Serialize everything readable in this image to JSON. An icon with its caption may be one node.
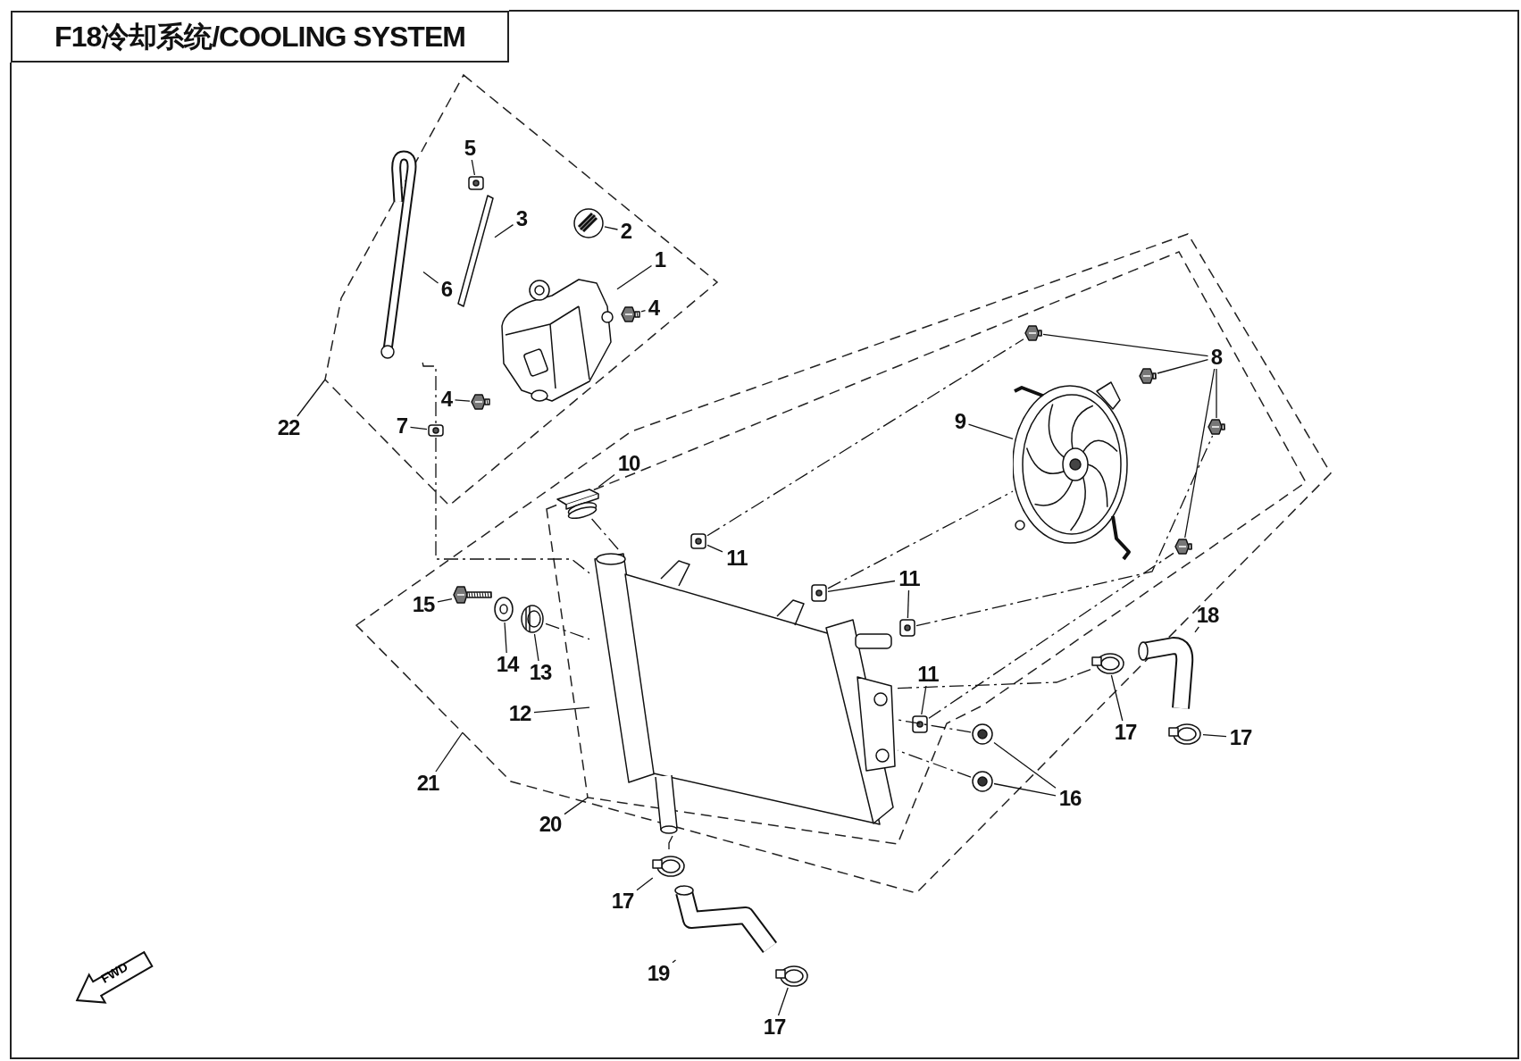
{
  "diagram": {
    "title": "F18冷却系统/COOLING SYSTEM",
    "nodes": [
      {
        "text": [],
        "shape": "polygon"
      },
      {
        "text": [
          "1"
        ],
        "in": 0
      },
      {
        "text": [],
        "shape": "picture",
        "in": 0
      },
      {
        "text": [
          "2"
        ],
        "in": 0
      },
      {
        "text": [],
        "shape": "picture",
        "in": 0
      },
      {
        "text": [
          "3"
        ],
        "in": 0
      },
      {
        "text": [],
        "shape": "picture",
        "in": 0
      },
      {
        "text": [
          "4"
        ],
        "in": 0
      },
      {
        "text": [],
        "shape": "picture",
        "in": 0
      },
      {
        "text": [
          "4"
        ],
        "in": 0
      },
      {
        "text": [],
        "shape": "picture",
        "in": 0
      },
      {
        "text": [
          "5"
        ],
        "in": 0
      },
      {
        "text": [],
        "shape": "picture",
        "in": 0
      },
      {
        "text": [
          "6"
        ],
        "in": 0
      },
      {
        "text": [],
        "shape": "picture",
        "in": 0
      },
      {
        "text": [
          "7"
        ],
        "in": 0
      },
      {
        "text": [],
        "shape": "picture",
        "in": 0
      },
      {
        "text": [],
        "shape": "polygon"
      },
      {
        "text": [],
        "shape": "polygon",
        "in": 17
      },
      {
        "text": [
          "8"
        ],
        "in": 18
      },
      {
        "text": [],
        "shape": "picture",
        "in": 18
      },
      {
        "text": [],
        "shape": "picture",
        "in": 18
      },
      {
        "text": [],
        "shape": "picture",
        "in": 18
      },
      {
        "text": [],
        "shape": "picture",
        "in": 18
      },
      {
        "text": [
          "9"
        ],
        "in": 18
      },
      {
        "text": [],
        "shape": "picture",
        "in": 18
      },
      {
        "text": [
          "10"
        ],
        "in": 17
      },
      {
        "text": [],
        "shape": "picture",
        "in": 18
      },
      {
        "text": [
          "11"
        ],
        "in": 18
      },
      {
        "text": [],
        "shape": "picture",
        "in": 18
      },
      {
        "text": [
          "11"
        ],
        "in": 18
      },
      {
        "text": [],
        "shape": "picture",
        "in": 18
      },
      {
        "text": [],
        "shape": "picture",
        "in": 18
      },
      {
        "text": [
          "11"
        ],
        "in": 18
      },
      {
        "text": [],
        "shape": "picture",
        "in": 18
      },
      {
        "text": [
          "12"
        ],
        "in": 17
      },
      {
        "text": [],
        "shape": "picture",
        "in": 18
      },
      {
        "text": [
          "13"
        ],
        "in": 17
      },
      {
        "text": [],
        "shape": "picture",
        "in": 17
      },
      {
        "text": [
          "14"
        ],
        "in": 17
      },
      {
        "text": [],
        "shape": "picture",
        "in": 17
      },
      {
        "text": [
          "15"
        ],
        "in": 17
      },
      {
        "text": [],
        "shape": "picture",
        "in": 17
      },
      {
        "text": [
          "16"
        ]
      },
      {
        "text": [],
        "shape": "picture",
        "in": 17
      },
      {
        "text": [],
        "shape": "picture",
        "in": 17
      },
      {
        "text": [
          "17"
        ]
      },
      {
        "text": [],
        "shape": "picture",
        "in": 17
      },
      {
        "text": [
          "17"
        ]
      },
      {
        "text": [],
        "shape": "picture"
      },
      {
        "text": [
          "17"
        ]
      },
      {
        "text": [],
        "shape": "picture"
      },
      {
        "text": [
          "17"
        ]
      },
      {
        "text": [],
        "shape": "picture"
      },
      {
        "text": [
          "18"
        ]
      },
      {
        "text": [],
        "shape": "picture"
      },
      {
        "text": [
          "19"
        ]
      },
      {
        "text": [],
        "shape": "picture"
      },
      {
        "text": [
          "20"
        ]
      },
      {
        "text": [
          "21"
        ]
      },
      {
        "text": [
          "22"
        ]
      },
      {
        "text": [
          "FWD"
        ]
      }
    ],
    "edges": [
      {
        "from": 1,
        "to": 2,
        "arrow": "none"
      },
      {
        "from": 3,
        "to": 4,
        "arrow": "none"
      },
      {
        "from": 5,
        "to": 6,
        "arrow": "none"
      },
      {
        "from": 7,
        "to": 8,
        "arrow": "none"
      },
      {
        "from": 9,
        "to": 10,
        "arrow": "none"
      },
      {
        "from": 11,
        "to": 12,
        "arrow": "none"
      },
      {
        "from": 13,
        "to": 14,
        "arrow": "none"
      },
      {
        "from": 15,
        "to": 16,
        "arrow": "none"
      },
      {
        "from": 19,
        "to": 20,
        "arrow": "none"
      },
      {
        "from": 19,
        "to": 21,
        "arrow": "none"
      },
      {
        "from": 19,
        "to": 22,
        "arrow": "none"
      },
      {
        "from": 19,
        "to": 23,
        "arrow": "none"
      },
      {
        "from": 24,
        "to": 25,
        "arrow": "none"
      },
      {
        "from": 26,
        "to": 27,
        "arrow": "none"
      },
      {
        "from": 28,
        "to": 29,
        "arrow": "none"
      },
      {
        "from": 30,
        "to": 31,
        "arrow": "none"
      },
      {
        "from": 30,
        "to": 32,
        "arrow": "none"
      },
      {
        "from": 33,
        "to": 34,
        "arrow": "none"
      },
      {
        "from": 35,
        "to": 36,
        "arrow": "none"
      },
      {
        "from": 37,
        "to": 38,
        "arrow": "none"
      },
      {
        "from": 39,
        "to": 40,
        "arrow": "none"
      },
      {
        "from": 41,
        "to": 42,
        "arrow": "none"
      },
      {
        "from": 43,
        "to": 44,
        "arrow": "none"
      },
      {
        "from": 43,
        "to": 45,
        "arrow": "none"
      },
      {
        "from": 46,
        "to": 47,
        "arrow": "none"
      },
      {
        "from": 48,
        "to": 49,
        "arrow": "none"
      },
      {
        "from": 50,
        "to": 51,
        "arrow": "none"
      },
      {
        "from": 52,
        "to": 53,
        "arrow": "none"
      },
      {
        "from": 54,
        "to": 55,
        "arrow": "none"
      },
      {
        "from": 56,
        "to": 57,
        "arrow": "none"
      },
      {
        "from": 58,
        "to": 18,
        "arrow": "none"
      },
      {
        "from": 59,
        "to": 17,
        "arrow": "none"
      },
      {
        "from": 60,
        "to": 0,
        "arrow": "none"
      },
      {
        "from": 14,
        "to": 16,
        "arrow": "none",
        "style": "dashed"
      },
      {
        "from": 16,
        "to": 36,
        "arrow": "none",
        "style": "dashed"
      },
      {
        "from": 27,
        "to": 36,
        "arrow": "none",
        "style": "dashed"
      },
      {
        "from": 38,
        "to": 36,
        "arrow": "none",
        "style": "dashed"
      },
      {
        "from": 36,
        "to": 47,
        "arrow": "none",
        "style": "dashed"
      },
      {
        "from": 29,
        "to": 20,
        "arrow": "none",
        "style": "dashed"
      },
      {
        "from": 31,
        "to": 25,
        "arrow": "none",
        "style": "dashed"
      },
      {
        "from": 32,
        "to": 22,
        "arrow": "none",
        "style": "dashed"
      },
      {
        "from": 34,
        "to": 23,
        "arrow": "none",
        "style": "dashed"
      },
      {
        "from": 44,
        "to": 36,
        "arrow": "none",
        "style": "dashed"
      },
      {
        "from": 45,
        "to": 36,
        "arrow": "none",
        "style": "dashed"
      },
      {
        "from": 36,
        "to": 51,
        "arrow": "none",
        "style": "dashed"
      }
    ]
  }
}
